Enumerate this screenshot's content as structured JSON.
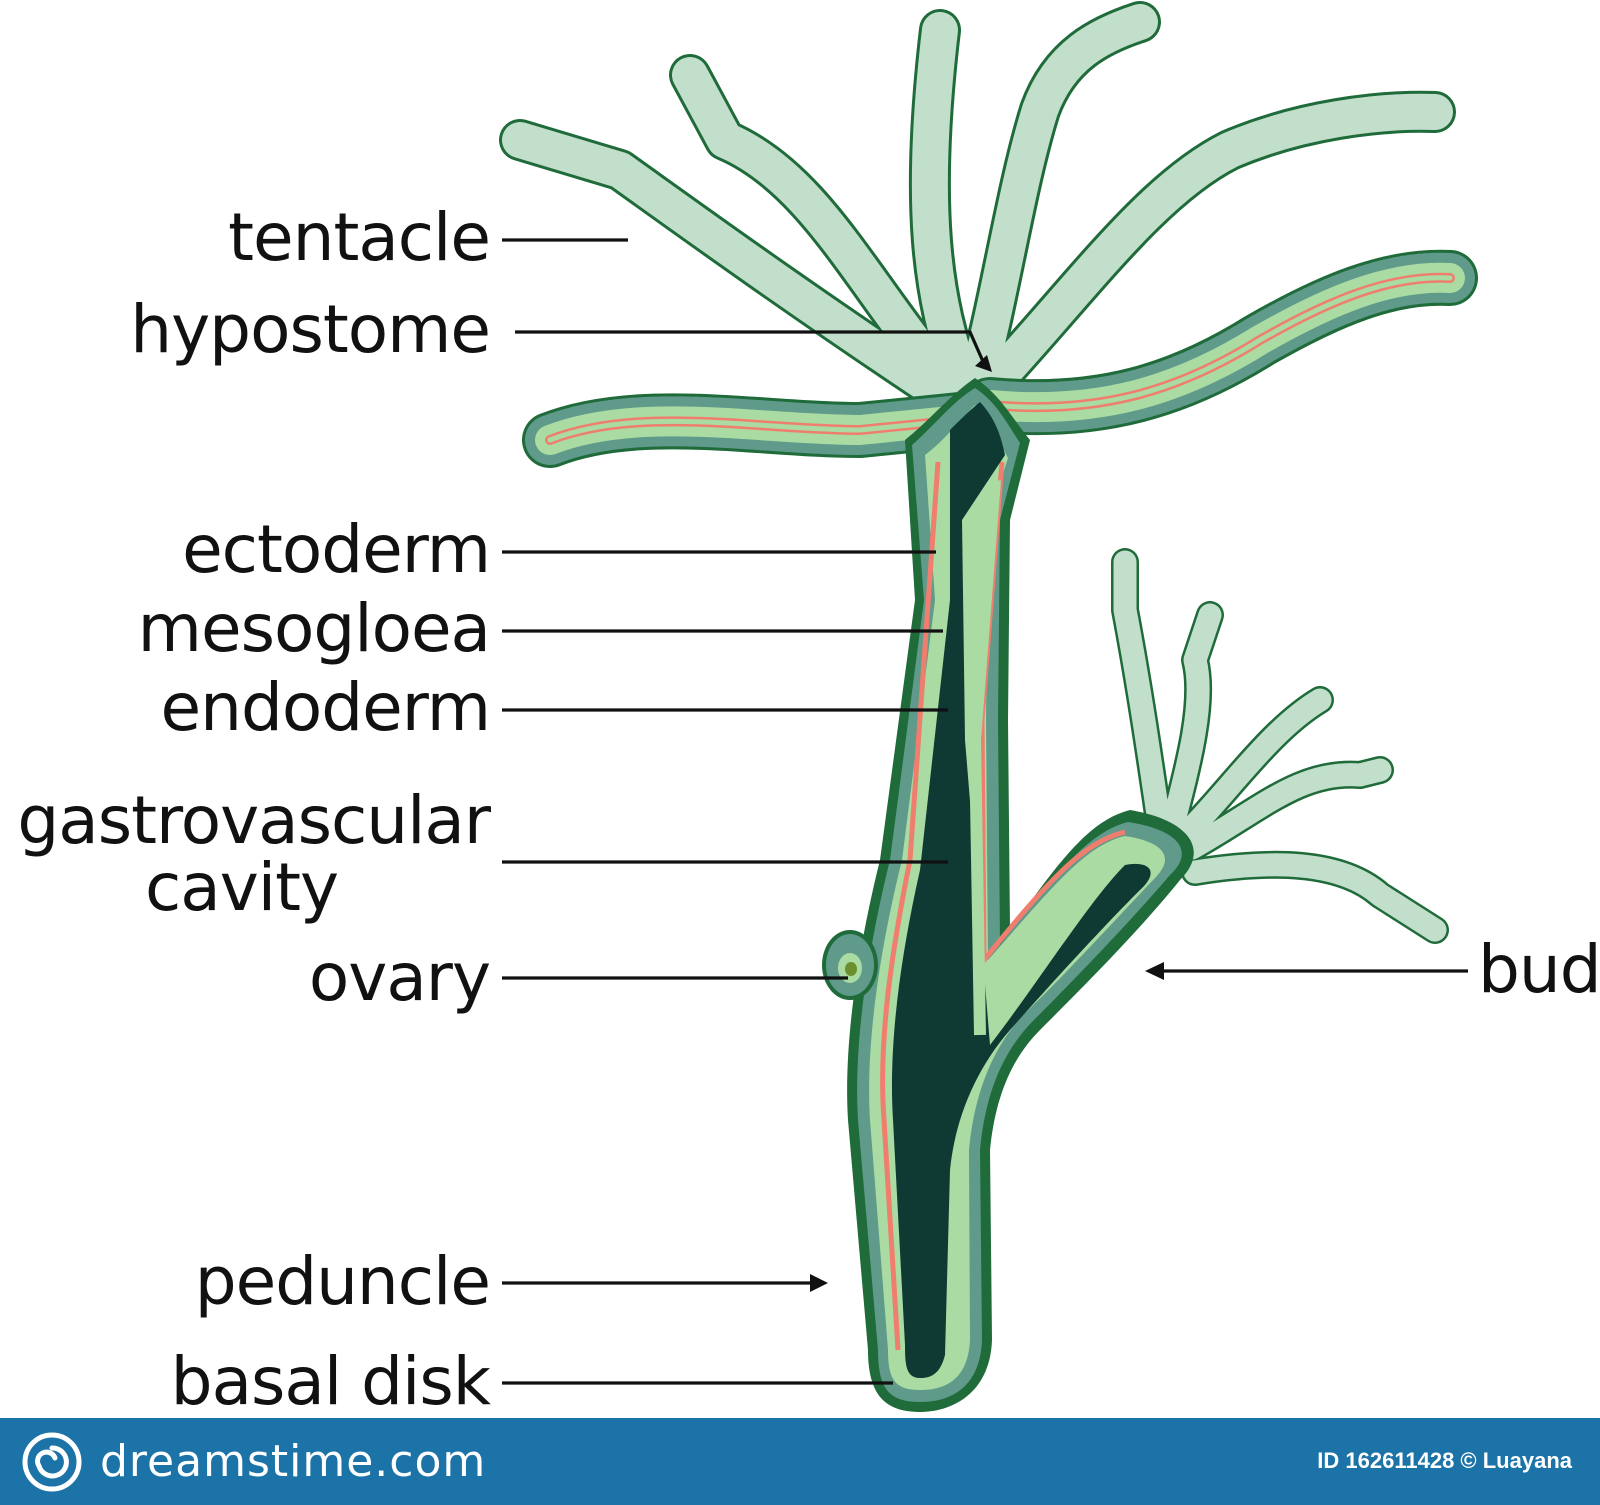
{
  "labels": {
    "tentacle": "tentacle",
    "hypostome": "hypostome",
    "ectoderm": "ectoderm",
    "mesogloea": "mesogloea",
    "endoderm": "endoderm",
    "gastrovascular_line1": "gastrovascular",
    "gastrovascular_line2": "cavity",
    "ovary": "ovary",
    "bud": "bud",
    "peduncle": "peduncle",
    "basal_disk": "basal disk"
  },
  "colors": {
    "tentacle_fill": "#c2dfcc",
    "outline": "#1f6b3a",
    "ectoderm": "#5f9a8b",
    "endoderm": "#a9dba2",
    "mesogloea": "#f07e6f",
    "cavity": "#0e3a33",
    "footer_bg": "#1b73a7"
  },
  "footer": {
    "brand": "dreamstime.com",
    "credit": "ID 162611428 © Luayana"
  }
}
